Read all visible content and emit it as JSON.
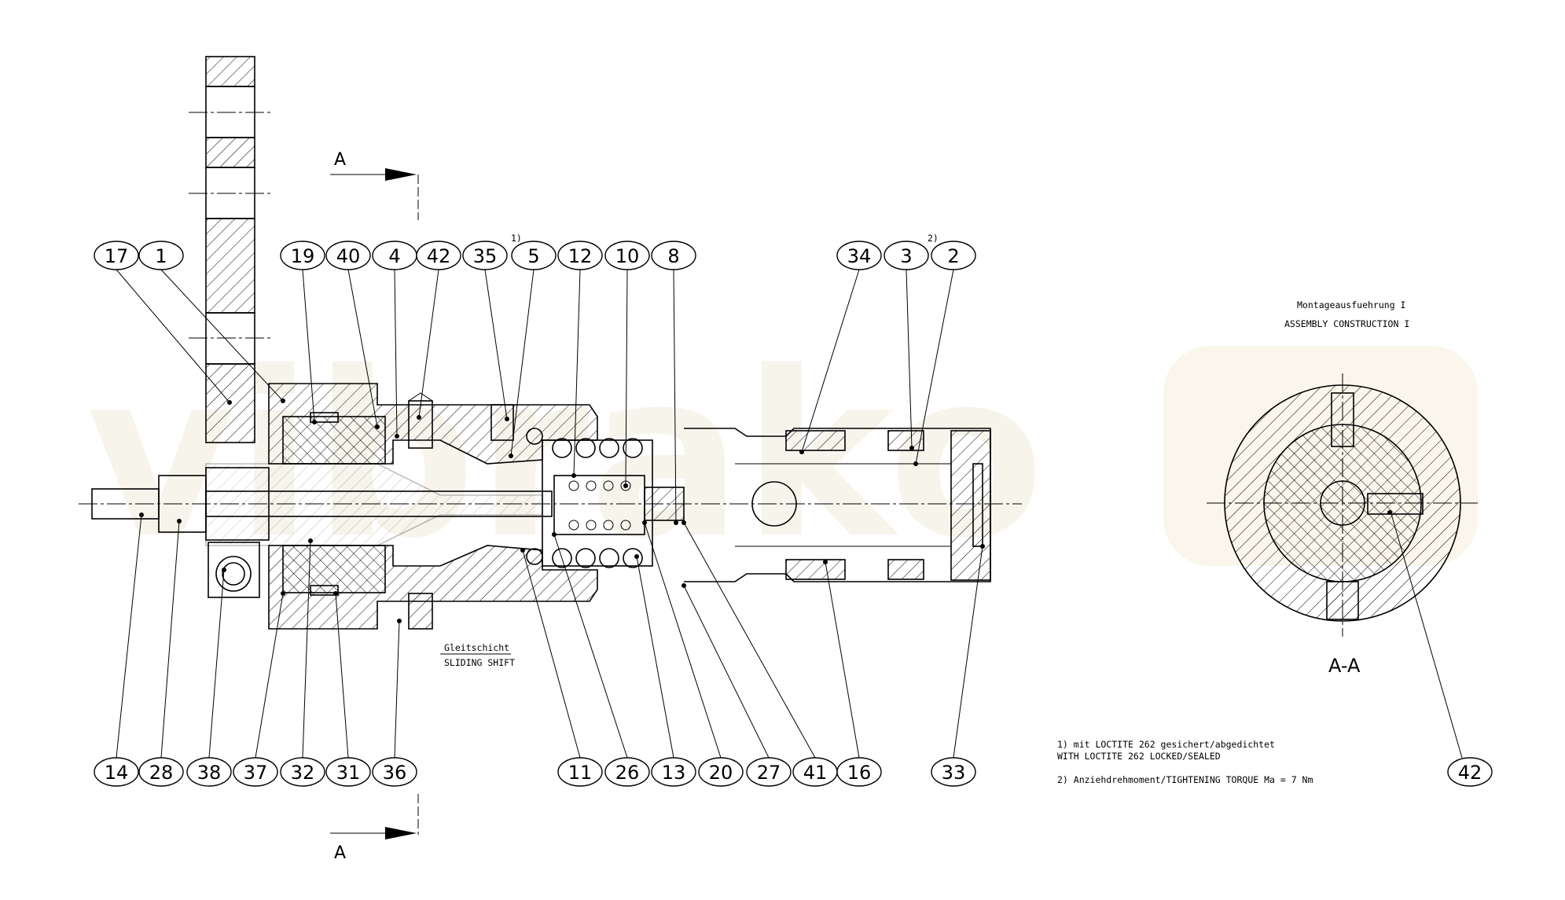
{
  "watermark": {
    "text": "vibrako",
    "color": "#efe6cc"
  },
  "section_marks": {
    "top": "A",
    "bottom": "A",
    "view_title": "A-A"
  },
  "assembly_title": {
    "line1": "Montageausfuehrung I",
    "line2": "ASSEMBLY CONSTRUCTION I"
  },
  "notes": {
    "note1_de": "1) mit LOCTITE 262 gesichert/abgedichtet",
    "note1_en": "WITH LOCTITE 262 LOCKED/SEALED",
    "note2": "2) Anziehdrehmoment/TIGHTENING TORQUE Ma = 7 Nm"
  },
  "sliding_label": {
    "de": "Gleitschicht",
    "en": "SLIDING SHIFT"
  },
  "superscripts": {
    "s1": "1)",
    "s2": "2)"
  },
  "top_balloons": [
    "17",
    "1",
    "19",
    "40",
    "4",
    "42",
    "35",
    "5",
    "12",
    "10",
    "8",
    "34",
    "3",
    "2"
  ],
  "bottom_balloons": [
    "14",
    "28",
    "38",
    "37",
    "32",
    "31",
    "36",
    "11",
    "26",
    "13",
    "20",
    "27",
    "41",
    "16",
    "33"
  ],
  "right_balloon": "42"
}
